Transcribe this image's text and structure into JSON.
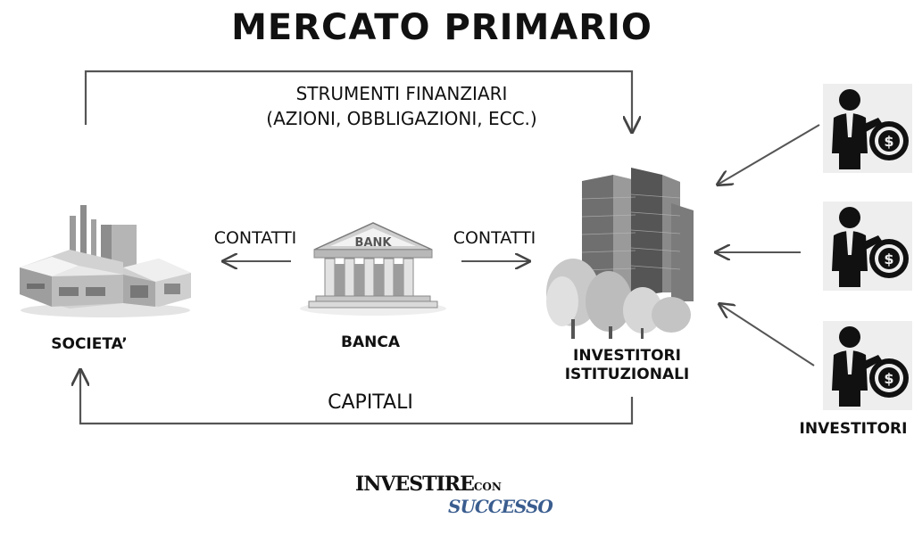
{
  "title": "MERCATO PRIMARIO",
  "top_label_line1": "STRUMENTI FINANZIARI",
  "top_label_line2": "(AZIONI, OBBLIGAZIONI, ECC.)",
  "contacts_left": "CONTATTI",
  "contacts_right": "CONTATTI",
  "bank_sign": "BANK",
  "company_label": "SOCIETA’",
  "bank_label": "BANCA",
  "institutional_line1": "INVESTITORI",
  "institutional_line2": "ISTITUZIONALI",
  "capital_label": "CAPITALI",
  "investors_label": "INVESTITORI",
  "logo": {
    "part1": "INVESTIRE",
    "part2": "CON",
    "part3": "SUCCESSO",
    "accent": "#3a5d8f"
  },
  "icons": {
    "factory": "factory-icon",
    "bank": "bank-icon",
    "buildings": "skyscraper-icon",
    "investor": "investor-with-coin-icon"
  }
}
